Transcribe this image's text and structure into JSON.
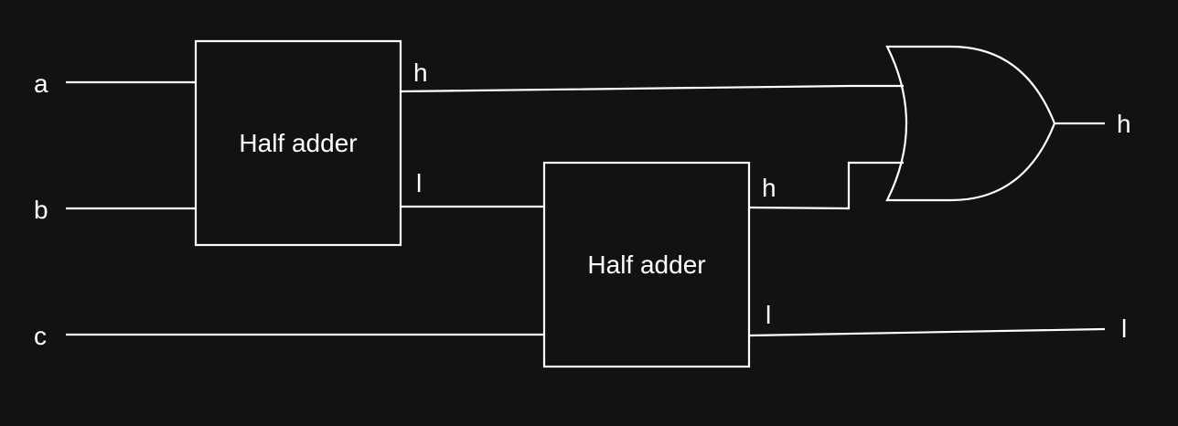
{
  "inputs": {
    "a": "a",
    "b": "b",
    "c": "c"
  },
  "half_adder_1": {
    "title": "Half adder",
    "out_high": "h",
    "out_low": "l"
  },
  "half_adder_2": {
    "title": "Half adder",
    "out_high": "h",
    "out_low": "l"
  },
  "outputs": {
    "high": "h",
    "low": "l"
  },
  "colors": {
    "background": "#121212",
    "stroke": "#ffffff",
    "text": "#ffffff"
  }
}
